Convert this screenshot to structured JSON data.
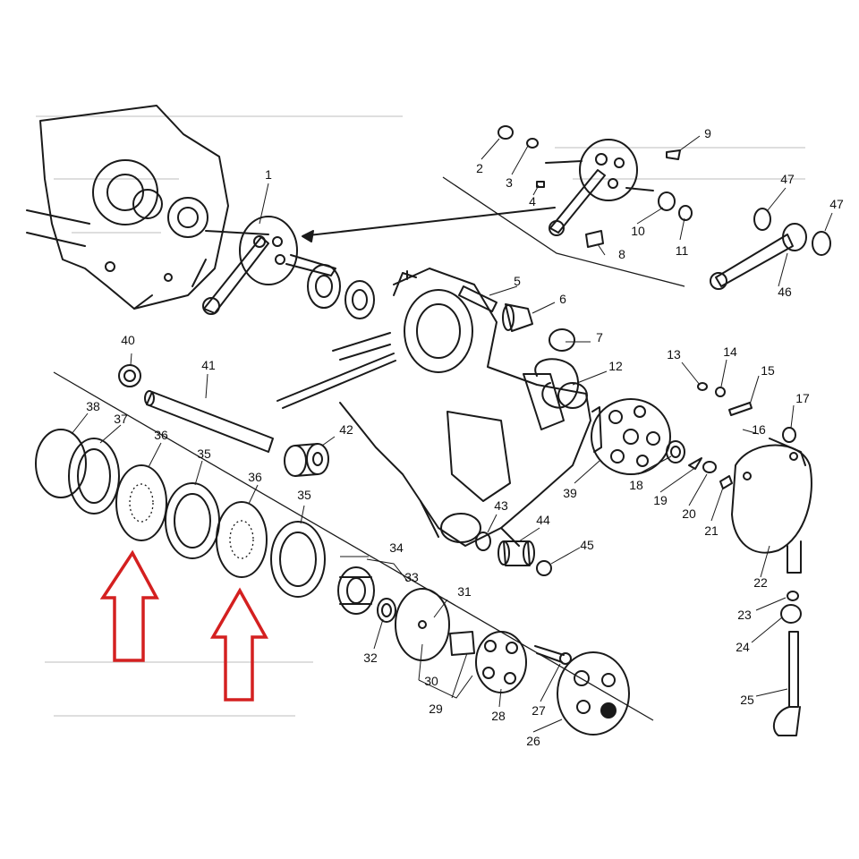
{
  "diagram": {
    "type": "exploded-parts-view",
    "part_numbers": [
      "1",
      "2",
      "3",
      "4",
      "5",
      "6",
      "7",
      "8",
      "9",
      "10",
      "11",
      "12",
      "13",
      "14",
      "15",
      "16",
      "17",
      "18",
      "19",
      "20",
      "21",
      "22",
      "23",
      "24",
      "25",
      "26",
      "27",
      "28",
      "29",
      "30",
      "31",
      "32",
      "33",
      "34",
      "35",
      "35",
      "36",
      "36",
      "37",
      "38",
      "39",
      "40",
      "41",
      "42",
      "43",
      "44",
      "45",
      "46",
      "47",
      "47"
    ],
    "highlight": {
      "color": "#d42020",
      "arrow_targets": [
        "36",
        "36"
      ]
    }
  }
}
